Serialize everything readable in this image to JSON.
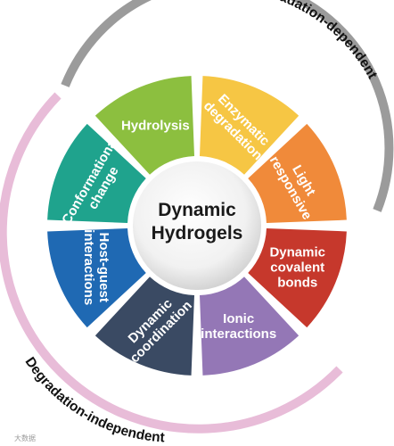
{
  "center": {
    "line1": "Dynamic",
    "line2": "Hydrogels"
  },
  "arcs": {
    "dependent": {
      "label": "Degradation-dependent",
      "color": "#9b9b9b"
    },
    "independent": {
      "label": "Degradation-independent",
      "color": "#e8bcd8"
    }
  },
  "segments": [
    {
      "id": "hydrolysis",
      "color": "#8cbf3f",
      "lines": [
        "Hydrolysis"
      ]
    },
    {
      "id": "enzymatic",
      "color": "#f6c644",
      "lines": [
        "Enzymatic",
        "degradation"
      ]
    },
    {
      "id": "light",
      "color": "#f08a3a",
      "lines": [
        "Light",
        "responsive"
      ]
    },
    {
      "id": "covalent",
      "color": "#c6382c",
      "lines": [
        "Dynamic",
        "covalent",
        "bonds"
      ]
    },
    {
      "id": "ionic",
      "color": "#9477b6",
      "lines": [
        "Ionic",
        "interactions"
      ]
    },
    {
      "id": "coordination",
      "color": "#3a4a63",
      "lines": [
        "Dynamic",
        "coordination"
      ]
    },
    {
      "id": "hostguest",
      "color": "#1f69b3",
      "lines": [
        "Host-guest",
        "interactions"
      ]
    },
    {
      "id": "conformational",
      "color": "#1fa38d",
      "lines": [
        "Conformational",
        "change"
      ]
    }
  ],
  "watermark": {
    "text": "大数据"
  }
}
